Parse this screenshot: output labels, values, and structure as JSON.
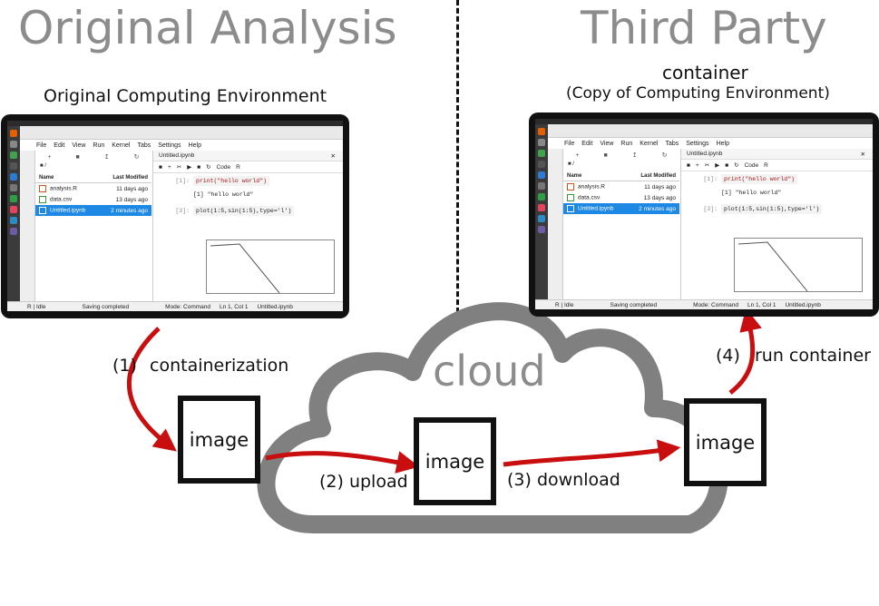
{
  "titles": {
    "left": "Original Analysis",
    "right": "Third Party",
    "left_sub": "Original Computing Environment",
    "right_sub_line1": "container",
    "right_sub_line2": "(Copy of Computing Environment)"
  },
  "steps": {
    "s1": "(1)",
    "s1_text": "containerization",
    "s2": "(2) upload",
    "s3": "(3) download",
    "s4": "(4)",
    "s4_text": "run container"
  },
  "boxes": {
    "label": "image"
  },
  "cloud": {
    "label": "cloud"
  },
  "colors": {
    "title": "#8c8c8c",
    "arrow": "#c80e0e",
    "cloud": "#808080",
    "box": "#111111"
  },
  "screenshot": {
    "menu": [
      "File",
      "Edit",
      "View",
      "Run",
      "Kernel",
      "Tabs",
      "Settings",
      "Help"
    ],
    "path": "/",
    "col_name": "Name",
    "col_modified": "Last Modified",
    "files": [
      {
        "name": "analysis.R",
        "modified": "11 days ago"
      },
      {
        "name": "data.csv",
        "modified": "13 days ago"
      },
      {
        "name": "Untitled.ipynb",
        "modified": "2 minutes ago"
      }
    ],
    "tab": "Untitled.ipynb",
    "cell_type": "Code",
    "kernel_letter": "R",
    "cell1_prompt": "[1]:",
    "cell1_code": "print(\"hello world\")",
    "cell1_out": "[1] \"hello world\"",
    "cell3_prompt": "[3]:",
    "cell3_code": "plot(1:5,sin(1:5),type='l')",
    "status_left": "R | Idle",
    "status_save": "Saving completed",
    "status_mode": "Mode: Command",
    "status_pos": "Ln 1, Col 1",
    "status_file": "Untitled.ipynb"
  }
}
